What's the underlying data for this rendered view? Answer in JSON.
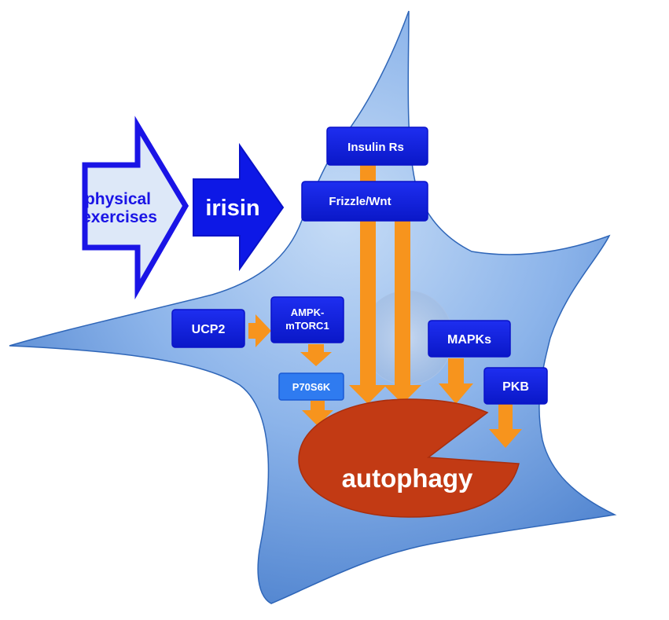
{
  "input_arrows": {
    "exercise_label_line1": "physical",
    "exercise_label_line2": "exercises",
    "irisin_label": "irisin"
  },
  "receptors": {
    "insulin": "Insulin Rs",
    "frizzle": "Frizzle/Wnt"
  },
  "signals": {
    "ucp2": "UCP2",
    "ampk_line1": "AMPK-",
    "ampk_line2": "mTORC1",
    "p70s6k": "P70S6K",
    "mapks": "MAPKs",
    "pkb": "PKB"
  },
  "target": {
    "autophagy": "autophagy"
  },
  "colors": {
    "cell_fill_light": "#b9d3f3",
    "cell_fill_dark": "#3f78c9",
    "box_blue": "#0d1ee0",
    "box_light_blue": "#2f7bf0",
    "signal_orange": "#f7941d",
    "autophagy_red": "#c23a14",
    "exercise_arrow_fill": "#dde8f8",
    "exercise_arrow_stroke": "#1a14e6"
  }
}
